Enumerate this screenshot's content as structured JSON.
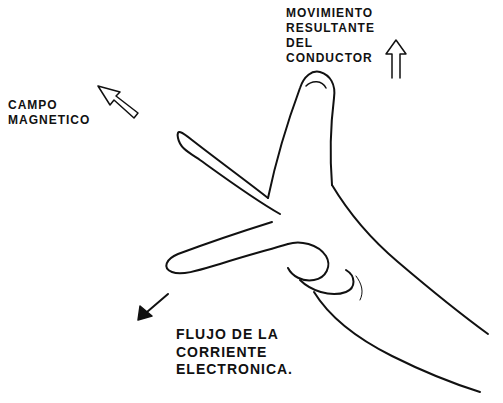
{
  "diagram": {
    "labels": [
      "MOVIMIENTO RESULTANTE DEL CONDUCTOR",
      "CAMPO MAGNETICO",
      "FLUJO DE LA CORRIENTE ELECTRONICA."
    ]
  }
}
